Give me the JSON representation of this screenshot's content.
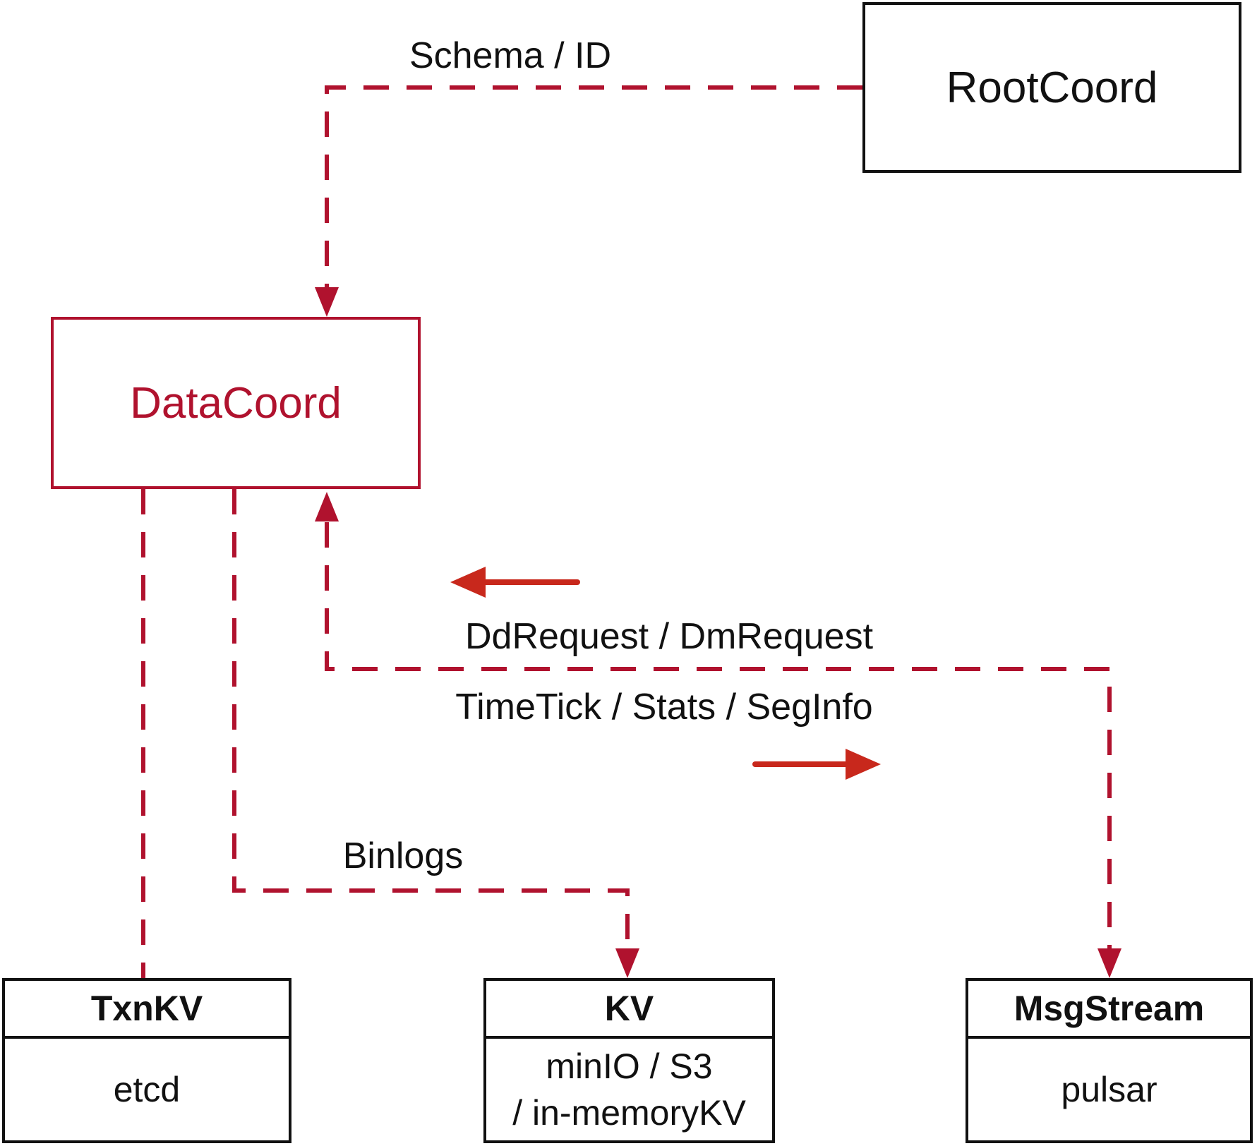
{
  "colors": {
    "edge-dashed": "#B0122E",
    "edge-solid": "#C8281C",
    "box-border-dark": "#111111",
    "text-dark": "#111111",
    "datacoord-accent": "#B0122E",
    "background": "#FFFFFF"
  },
  "boxes": {
    "rootcoord": {
      "title": "RootCoord"
    },
    "datacoord": {
      "title": "DataCoord"
    },
    "txnkv": {
      "title": "TxnKV",
      "impl": "etcd"
    },
    "kv": {
      "title": "KV",
      "impl_line1": "minIO / S3",
      "impl_line2": "/ in-memoryKV"
    },
    "msgstream": {
      "title": "MsgStream",
      "impl": "pulsar"
    }
  },
  "edge_labels": {
    "schema_id": "Schema / ID",
    "dd_dm_request": "DdRequest / DmRequest",
    "timetick_stats_seginfo": "TimeTick / Stats / SegInfo",
    "binlogs": "Binlogs"
  }
}
